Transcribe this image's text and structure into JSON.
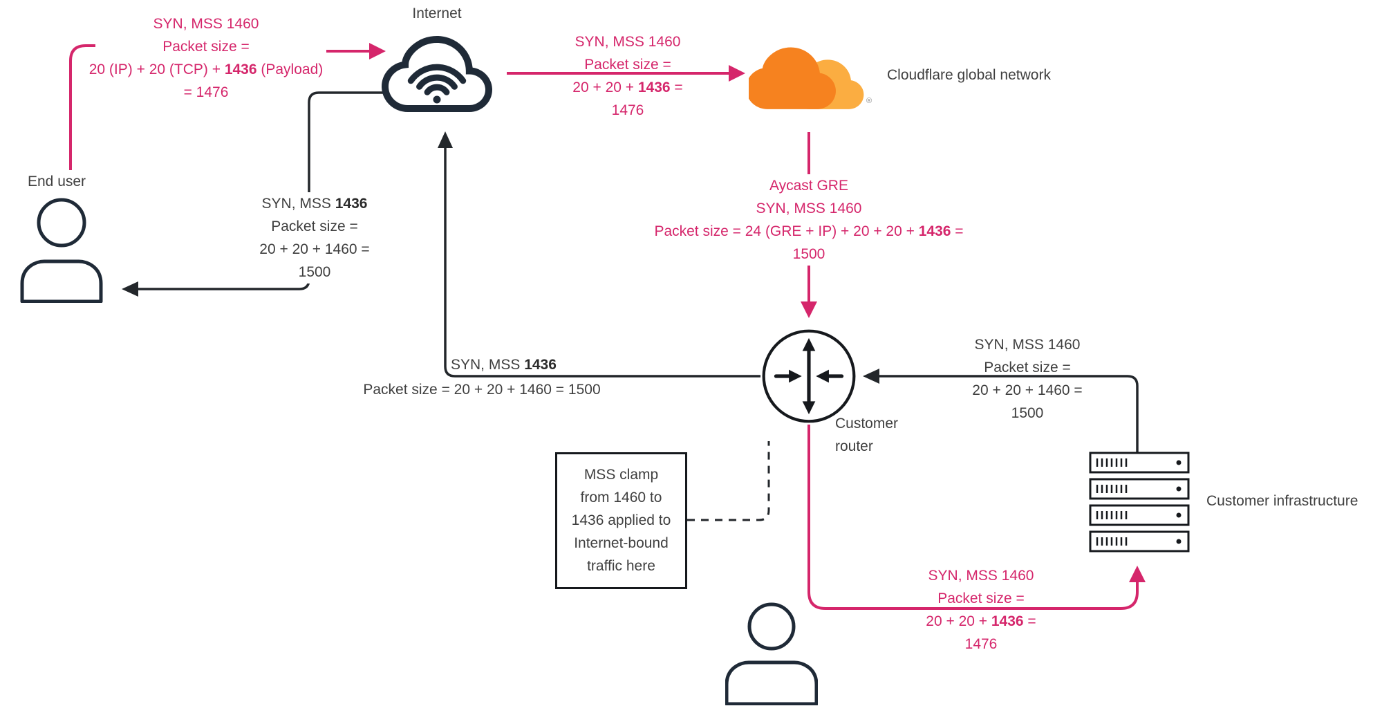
{
  "colors": {
    "pink_accent": "#d5266b",
    "black_line": "#23272b",
    "icon_dark": "#1f2a37",
    "text_dark": "#3f3f3f",
    "cloudflare_orange": "#f6821f",
    "cloudflare_orange_light": "#fbad41"
  },
  "nodes": {
    "internet": {
      "label": "Internet"
    },
    "end_user": {
      "label": "End user"
    },
    "cloudflare": {
      "label": "Cloudflare global network",
      "trademark": "®"
    },
    "router": {
      "label_top": "Customer",
      "label_bottom": "router"
    },
    "infrastructure": {
      "label": "Customer infrastructure"
    },
    "clamp_note": {
      "l1": "MSS clamp",
      "l2": "from 1460 to",
      "l3": "1436 applied to",
      "l4": "Internet-bound",
      "l5": "traffic here"
    }
  },
  "flows": {
    "user_to_internet": {
      "l1": "SYN, MSS 1460",
      "l2": "Packet size =",
      "l3_pre": "20 (IP) + 20 (TCP) + ",
      "l3_bold": "1436",
      "l3_post": " (Payload)",
      "l4": "= 1476"
    },
    "internet_to_cloudflare": {
      "l1": "SYN, MSS 1460",
      "l2": "Packet size =",
      "l3_pre": "20 + 20 + ",
      "l3_bold": "1436",
      "l3_post": " =",
      "l4": "1476"
    },
    "cloudflare_to_router": {
      "l1": "Aycast GRE",
      "l2": "SYN, MSS 1460",
      "l3_pre": "Packet size = 24 (GRE + IP) + 20 + 20 + ",
      "l3_bold": "1436",
      "l3_post": " =",
      "l4": "1500"
    },
    "internet_to_user": {
      "l1_pre": "SYN, MSS ",
      "l1_bold": "1436",
      "l2": "Packet size =",
      "l3": "20 + 20 + 1460 =",
      "l4": "1500"
    },
    "router_to_internet": {
      "l1_pre": "SYN, MSS ",
      "l1_bold": "1436",
      "l2": "Packet size = 20 + 20 + 1460 = 1500"
    },
    "infra_to_router": {
      "l1": "SYN, MSS 1460",
      "l2": "Packet size =",
      "l3": "20 + 20 + 1460 =",
      "l4": "1500"
    },
    "router_to_infra": {
      "l1": "SYN, MSS 1460",
      "l2": "Packet size =",
      "l3_pre": "20 + 20 + ",
      "l3_bold": "1436",
      "l3_post": " =",
      "l4": "1476"
    }
  }
}
